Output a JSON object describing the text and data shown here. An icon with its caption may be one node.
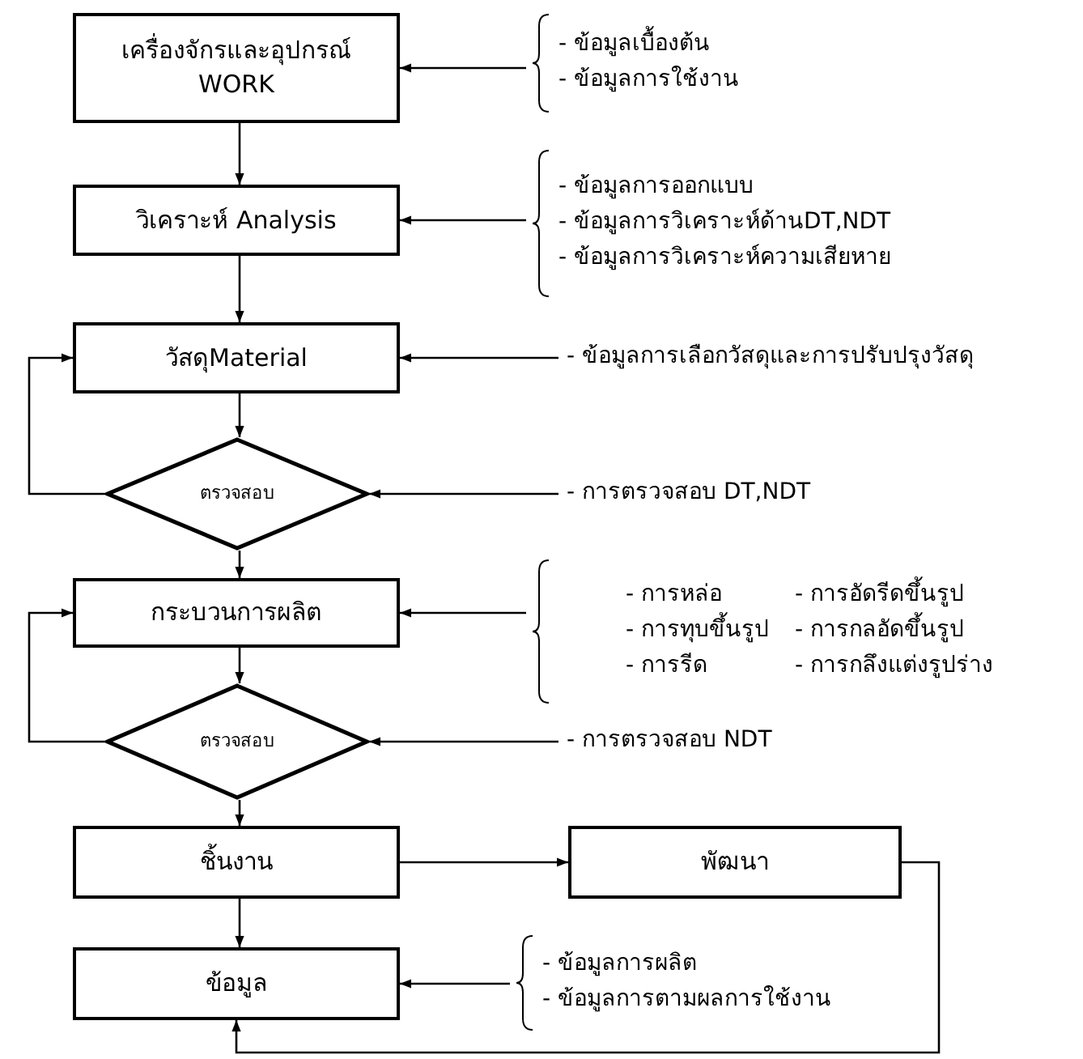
{
  "diagram": {
    "nodes": [
      {
        "text": [
          "เครื่องจักรและอุปกรณ์ WORK"
        ]
      },
      {
        "text": [
          "วิเคราะห์ Analysis"
        ]
      },
      {
        "text": [
          "วัสดุMaterial"
        ]
      },
      {
        "text": [
          "ตรวจสอบ"
        ]
      },
      {
        "text": [
          "กระบวนการผลิต"
        ]
      },
      {
        "text": [
          "ตรวจสอบ"
        ]
      },
      {
        "text": [
          "ชิ้นงาน"
        ]
      },
      {
        "text": [
          "พัฒนา"
        ]
      },
      {
        "text": [
          "ข้อมูล"
        ]
      },
      {
        "text": [
          "- ข้อมูลเบื้องต้น",
          "- ข้อมูลการใช้งาน"
        ]
      },
      {
        "text": [
          "- ข้อมูลการออกแบบ",
          "- ข้อมูลการวิเคราะห์ด้านDT,NDT",
          "- ข้อมูลการวิเคราะห์ความเสียหาย"
        ]
      },
      {
        "text": [
          "- ข้อมูลการเลือกวัสดุและการปรับปรุงวัสดุ"
        ]
      },
      {
        "text": [
          "- การตรวจสอบ DT,NDT"
        ]
      },
      {
        "text": [
          "- การหล่อ",
          "- การอัดรีดขึ้นรูป",
          "- การทุบขึ้นรูป",
          "- การกลอัดขึ้นรูป",
          "- การรีด",
          "- การกลึงแต่งรูปร่าง"
        ]
      },
      {
        "text": [
          "- การตรวจสอบ NDT"
        ]
      },
      {
        "text": [
          "- ข้อมูลการผลิต",
          "- ข้อมูลการตามผลการใช้งาน"
        ]
      }
    ],
    "edges": [
      {
        "from": 0,
        "to": 1,
        "arrow": "to"
      },
      {
        "from": 1,
        "to": 2,
        "arrow": "to"
      },
      {
        "from": 2,
        "to": 3,
        "arrow": "to"
      },
      {
        "from": 3,
        "to": 4,
        "arrow": "to"
      },
      {
        "from": 4,
        "to": 5,
        "arrow": "to"
      },
      {
        "from": 5,
        "to": 6,
        "arrow": "to"
      },
      {
        "from": 6,
        "to": 8,
        "arrow": "to"
      },
      {
        "from": 6,
        "to": 7,
        "arrow": "to"
      },
      {
        "from": 7,
        "to": 8,
        "arrow": "to"
      },
      {
        "from": 3,
        "to": 2,
        "arrow": "to"
      },
      {
        "from": 5,
        "to": 4,
        "arrow": "to"
      },
      {
        "from": 9,
        "to": 0,
        "arrow": "to"
      },
      {
        "from": 10,
        "to": 1,
        "arrow": "to"
      },
      {
        "from": 11,
        "to": 2,
        "arrow": "to"
      },
      {
        "from": 12,
        "to": 3,
        "arrow": "to"
      },
      {
        "from": 13,
        "to": 4,
        "arrow": "to"
      },
      {
        "from": 14,
        "to": 5,
        "arrow": "to"
      },
      {
        "from": 15,
        "to": 8,
        "arrow": "to"
      }
    ]
  }
}
